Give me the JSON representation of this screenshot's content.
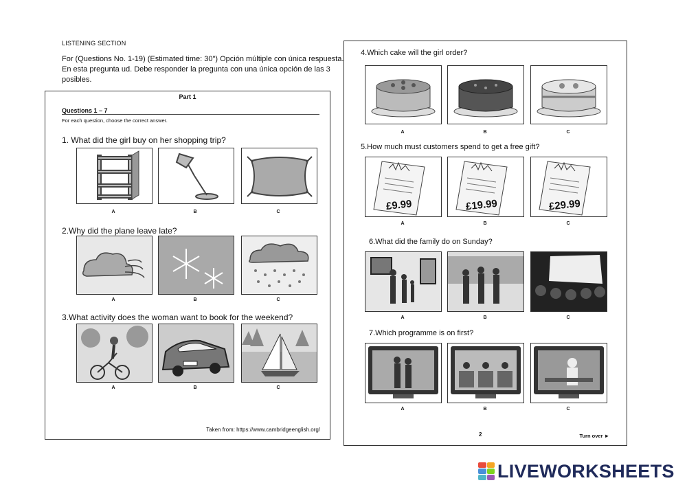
{
  "header": {
    "section_label": "LISTENING SECTION",
    "instructions": "For (Questions No. 1-19) (Estimated time: 30\") Opción múltiple con única respuesta. En esta pregunta ud. Debe responder la pregunta con una única opción de las 3 posibles."
  },
  "left_sheet": {
    "part_title": "Part 1",
    "questions_range": "Questions 1 – 7",
    "instruction": "For each question, choose the correct answer.",
    "q1": {
      "text": "1. What did the girl buy on her shopping trip?",
      "options": [
        "A",
        "B",
        "C"
      ],
      "images": [
        "bookshelf-icon",
        "desk-lamp-icon",
        "cushion-icon"
      ]
    },
    "q2": {
      "text": "2.Why did the plane leave late?",
      "options": [
        "A",
        "B",
        "C"
      ],
      "images": [
        "wind-cloud-icon",
        "snowflakes-icon",
        "rain-cloud-icon"
      ]
    },
    "q3": {
      "text": "3.What activity does the woman want to book for the weekend?",
      "options": [
        "A",
        "B",
        "C"
      ],
      "images": [
        "cycling-icon",
        "car-driving-icon",
        "sailing-icon"
      ]
    },
    "source": "Taken from:  https://www.cambridgeenglish.org/"
  },
  "right_sheet": {
    "q4": {
      "text": "4.Which cake will the girl order?",
      "options": [
        "A",
        "B",
        "C"
      ],
      "images": [
        "fruit-cake-icon",
        "chocolate-cake-icon",
        "sponge-cake-icon"
      ]
    },
    "q5": {
      "text": "5.How much must customers spend to get a free gift?",
      "options": [
        "A",
        "B",
        "C"
      ],
      "prices": [
        "£9.99",
        "£19.99",
        "£29.99"
      ]
    },
    "q6": {
      "text": "6.What did the family do on Sunday?",
      "options": [
        "A",
        "B",
        "C"
      ],
      "images": [
        "art-gallery-icon",
        "museum-icon",
        "cinema-icon"
      ]
    },
    "q7": {
      "text": "7.Which programme is on first?",
      "options": [
        "A",
        "B",
        "C"
      ],
      "images": [
        "tv-drama-icon",
        "tv-quiz-icon",
        "tv-cooking-icon"
      ]
    },
    "page_number": "2",
    "turn_over": "Turn over ►"
  },
  "brand": {
    "logo_text": "LIVEWORKSHEETS",
    "colors": [
      "#e94b3c",
      "#f5a623",
      "#4a90d9",
      "#7ed321",
      "#50b5c8",
      "#9b59b6"
    ]
  }
}
